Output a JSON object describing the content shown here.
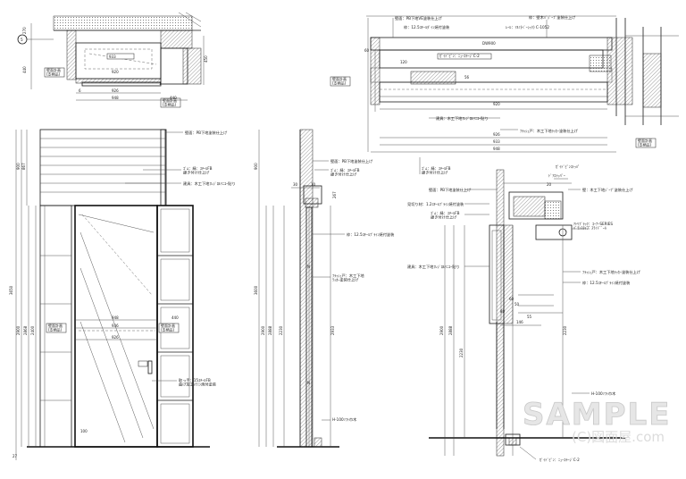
{
  "notes": {
    "wall_finish": "壁面：PB下地塗装仕上げ",
    "wall_finish_top": "壁面：PB下地塗装仕上げ",
    "frame_top": "枠：12.5ｽﾁｰﾙﾀﾞｲﾝ焼付塗装",
    "frame_dim": "枠：12.5ｽﾁｰﾙﾌﾞﾗｲﾝ焼付塗装",
    "frame_dim_b": "枠：12.5ｽﾁｰﾙﾌﾞﾗｲﾝ焼付塗装",
    "tategu": "建具：木工下地ﾌﾚｼﾞﾛﾙﾘﾆﾕｰ貼り",
    "tategu_b": "建具：木工下地ﾌﾚｼﾞﾛﾙﾘﾆﾕｰ貼り",
    "flush_door": "ﾌﾗｯｼｭ戸：木工下地\nﾗｯｶｰ塗装仕上げ",
    "flush_door_b": "ﾌﾗｯｼｭ戸：木工下地ﾗｯｶｰ塗装仕上げ",
    "handle": "取っ手：15ｽﾁｰﾙFB\n曲げ加工ﾒﾗﾐﾝ焼付塗装",
    "fb_stile": "ｺﾞﾑ：縁：ｽﾁｰﾙFB\n銀き付け仕上げ",
    "fb_stile_b": "ｺﾞﾑ：縁：ｽﾁｰﾙFB\n銀き付け仕上げ",
    "shoji": "見切り材：1.2ｽﾁｰﾙﾌﾞﾗｲﾝ焼付塗装",
    "wall_paint": "壁：木工下地ｼﾞｰﾌﾟ塗装仕上げ",
    "rail": "ﾚｰﾙ：ｱﾙﾐ(ﾍﾞｰｼｯｸ) C-1052",
    "rail_b": "ｱﾄﾘﾌﾞﾗｯｸ：ｺｰﾅｰSERIES\nﾊﾞﾗﾝｽﾀｲﾌﾟ ｽﾗｲﾄﾞﾞｰﾙ",
    "tatemono": "枠：壁木ﾊﾞｼﾞｰﾌﾟ塗装仕上げ",
    "wall_ext": "壁面：PB下地VE塗装仕上げ",
    "stopper": "ﾄﾞｱｽﾄｯﾊﾟｰ",
    "guide": "ｶﾞｲﾄﾞﾋﾟﾝｽﾄｯﾊﾟ",
    "gomu_top": "ｺﾞﾑ：縁：ｽﾁｰﾙFB\n銀き付け仕上げ",
    "bottom_guide": "ｶﾞｲﾄﾞﾋﾟﾝ：ﾆｭｰｽﾃｰｼﾞC-2",
    "top_guide": "ｶﾞｲﾄﾞﾋﾟﾝ：ﾆｭｰｽﾃｰｼﾞC-2",
    "soft_top": "H-100ｿﾌﾄ巾木",
    "soft_bottom": "H-100ｿﾌﾄ巾木",
    "existing_wall_1": "壁面計画\n(支柄品)",
    "existing_wall_2": "壁面計画\n(支柄品)",
    "existing_wall_3": "壁面計画\n(支柄品)",
    "existing_wall_4": "壁面計画\n(支柄品)",
    "existing_wall_5": "壁面計画\n(支柄品)",
    "existing_wall_6": "壁面計画\n(支柄品)",
    "section_mark": "5"
  },
  "dims": {
    "d270": "270",
    "d440": "440",
    "d450": "450",
    "d933": "933",
    "d920": "920",
    "d926": "926",
    "d948": "948",
    "d6": "6",
    "d440b": "440",
    "d100": "100",
    "d1": "1",
    "d900": "900",
    "d867": "867",
    "d2900": "2900",
    "d2868": "2868",
    "d2400": "2400",
    "d3650": "3650",
    "d27": "27",
    "d948b": "948",
    "d936": "936",
    "d926b": "926",
    "d440c": "440",
    "d20": "20",
    "d10": "10",
    "d900b": "900",
    "d3600": "3600",
    "d2900b": "2900",
    "d2888": "2888",
    "d2230": "2230",
    "d2933": "2933",
    "d30": "30",
    "d267": "267",
    "d10b": "10",
    "d2000": "DW900",
    "d120": "120",
    "d60": "60",
    "d56": "56",
    "d948c": "948",
    "d926c": "926",
    "d933c": "933",
    "d920c": "920",
    "d146": "146",
    "d80": "80",
    "d55": "55",
    "d50": "50",
    "d2900c": "2900",
    "d2888c": "2888",
    "d2900d": "2900",
    "d2230b": "2230",
    "d60b": "60",
    "d20b": "20",
    "d2230c": "2230"
  },
  "watermark": {
    "main": "SAMPLE",
    "sub": "(C)図面屋.com"
  },
  "colors": {
    "line": "#1a1a1a",
    "watermark": "#d0d0d0"
  }
}
